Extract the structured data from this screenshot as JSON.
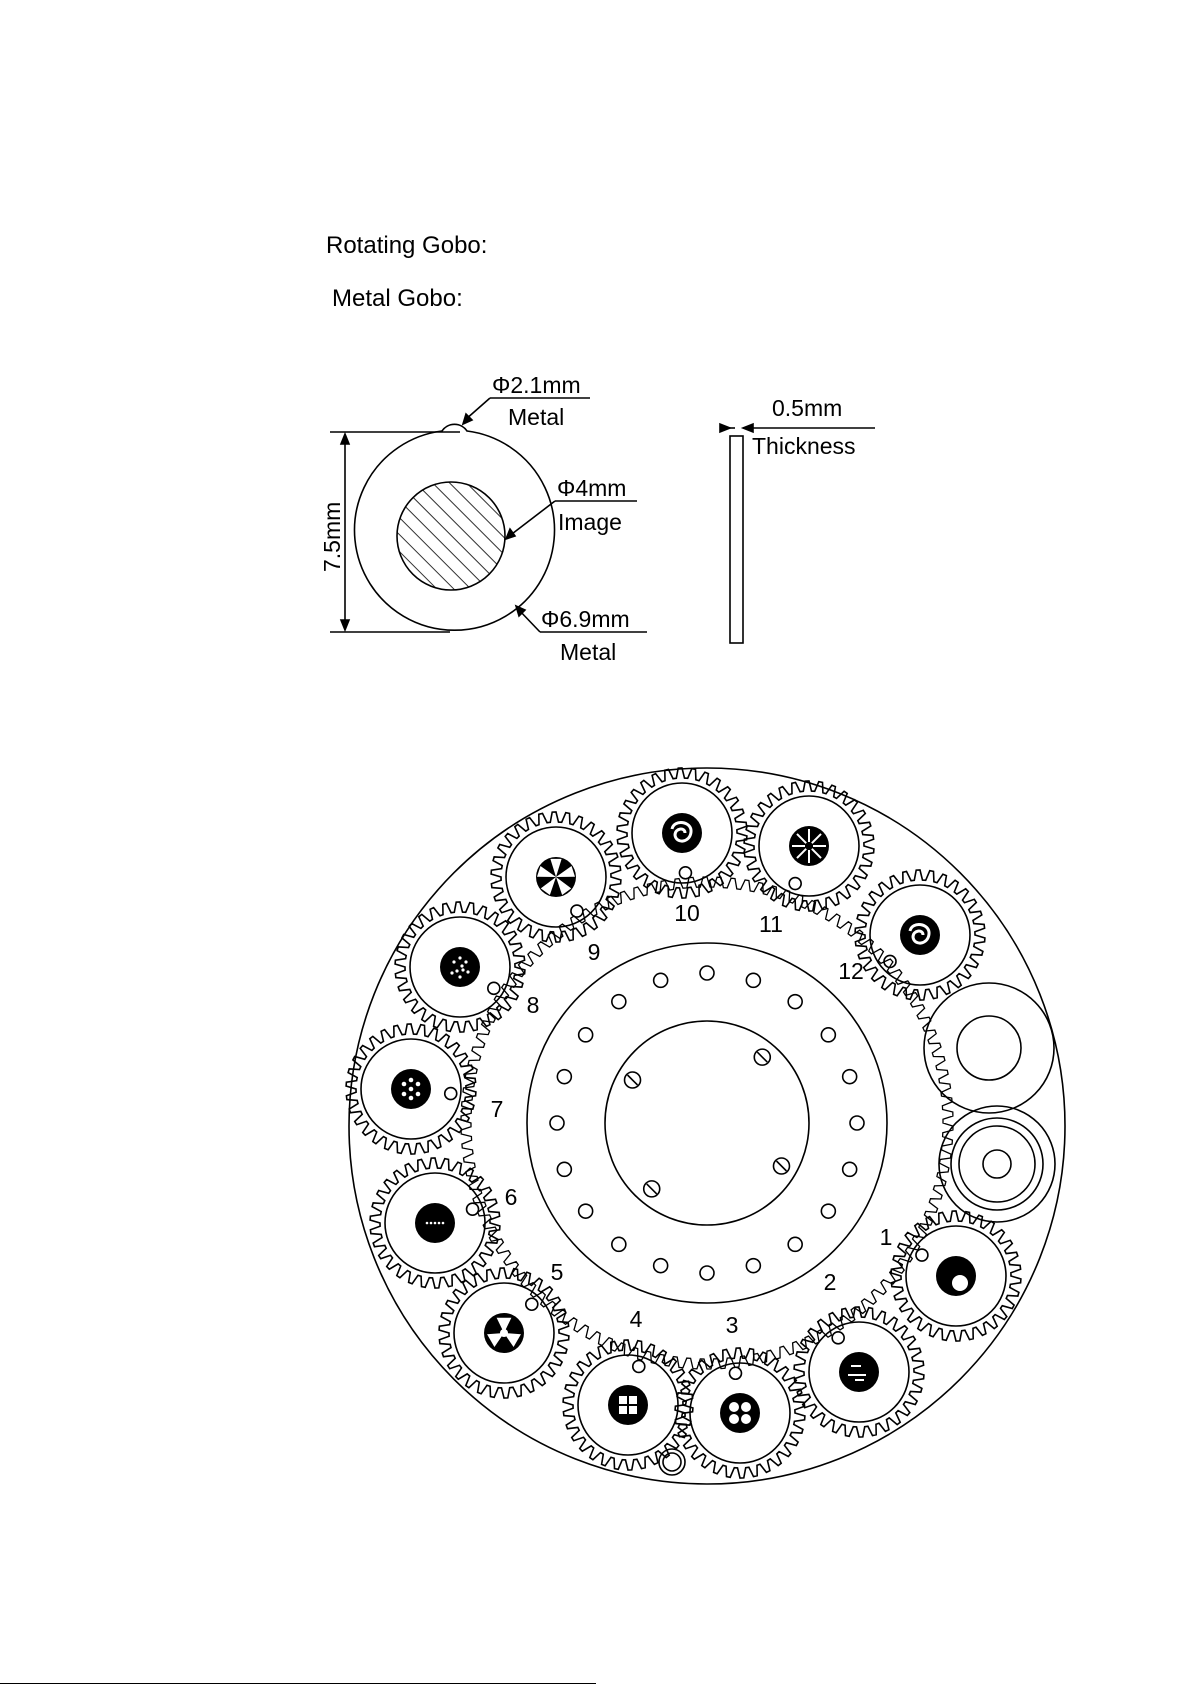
{
  "headings": {
    "rotating_gobo": "Rotating Gobo:",
    "metal_gobo": "Metal Gobo:"
  },
  "gobo_dimensions": {
    "tab_diameter": "Φ2.1mm",
    "tab_material": "Metal",
    "height": "7.5mm",
    "image_diameter": "Φ4mm",
    "image_label": "Image",
    "outer_diameter": "Φ6.9mm",
    "outer_material": "Metal",
    "thickness_value": "0.5mm",
    "thickness_label": "Thickness"
  },
  "gobo_wheel": {
    "slot_numbers": [
      "1",
      "2",
      "3",
      "4",
      "5",
      "6",
      "7",
      "8",
      "9",
      "10",
      "11",
      "12"
    ],
    "gobo_patterns": [
      "dot-in-circle-icon",
      "line-pattern-icon",
      "four-holes-icon",
      "cross-window-icon",
      "radiation-icon",
      "dotted-line-icon",
      "dot-cluster-icon",
      "sparkle-dots-icon",
      "star-burst-icon",
      "spiral-icon",
      "radial-sun-icon",
      "swirl-icon"
    ]
  }
}
